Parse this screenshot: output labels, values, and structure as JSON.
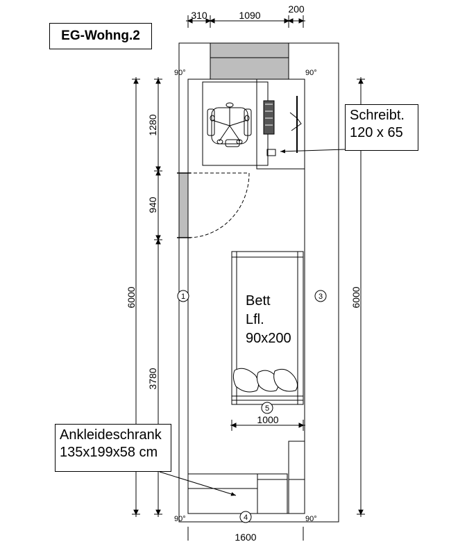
{
  "title": "EG-Wohng.2",
  "desk_note": {
    "line1": "Schreibt.",
    "line2": "120 x 65"
  },
  "closet_note": {
    "line1": "Ankleideschrank",
    "line2": "135x199x58 cm"
  },
  "bed_label": {
    "line1": "Bett",
    "line2": "Lfl.",
    "line3": "90x200"
  },
  "dimensions": {
    "top_left": "310",
    "top_middle": "1090",
    "top_right": "200",
    "left_outer": "6000",
    "left_top": "1280",
    "left_middle": "940",
    "left_bottom": "3780",
    "right_outer": "6000",
    "bed_width": "1000",
    "bottom": "1600"
  },
  "corner_angles": {
    "top_left": "90°",
    "top_right": "90°",
    "bottom_left": "90°",
    "bottom_right": "90°"
  },
  "wall_markers": {
    "left": "1",
    "right": "3",
    "bottom": "4",
    "bed_foot": "5"
  }
}
